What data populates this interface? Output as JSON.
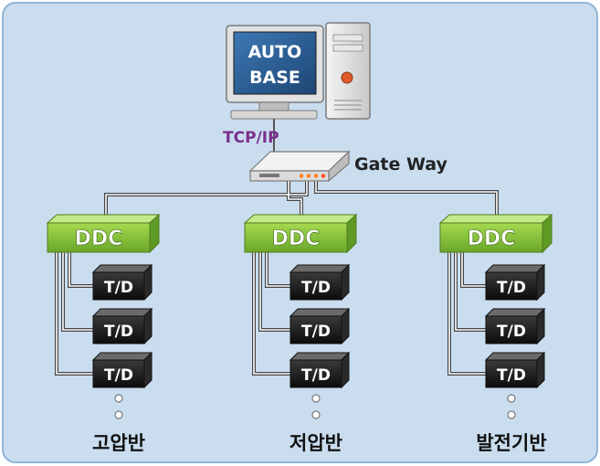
{
  "monitor": {
    "line1": "AUTO",
    "line2": "BASE"
  },
  "network": {
    "protocol": "TCP/IP",
    "gateway": "Gate Way"
  },
  "controllers": [
    {
      "label": "DDC",
      "devices": [
        "T/D",
        "T/D",
        "T/D"
      ],
      "panel": "고압반"
    },
    {
      "label": "DDC",
      "devices": [
        "T/D",
        "T/D",
        "T/D"
      ],
      "panel": "저압반"
    },
    {
      "label": "DDC",
      "devices": [
        "T/D",
        "T/D",
        "T/D"
      ],
      "panel": "발전기반"
    }
  ],
  "colors": {
    "background": "#c9ddef",
    "border": "#8fb5d8",
    "ddc": "#8cc63f",
    "td": "#1e1e1e",
    "screen": "#2d5f94",
    "protocol_text": "#7b2f8e"
  }
}
